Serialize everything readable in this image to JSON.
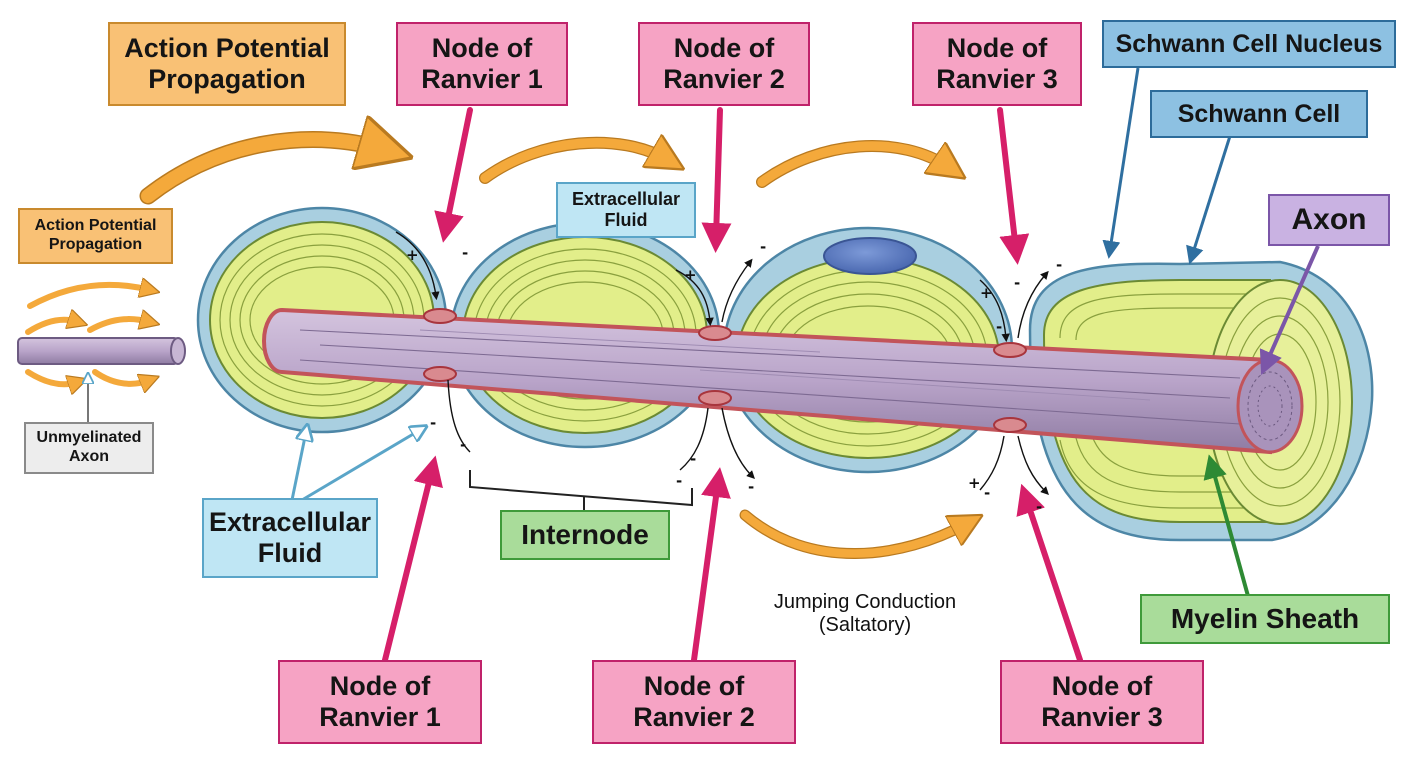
{
  "labels": {
    "action_potential_top": [
      "Action Potential",
      "Propagation"
    ],
    "action_potential_small": [
      "Action Potential",
      "Propagation"
    ],
    "unmyelinated_axon": [
      "Unmyelinated",
      "Axon"
    ],
    "node1_top": [
      "Node of",
      "Ranvier 1"
    ],
    "node2_top": [
      "Node of",
      "Ranvier 2"
    ],
    "node3_top": [
      "Node of",
      "Ranvier 3"
    ],
    "node1_bottom": [
      "Node of",
      "Ranvier 1"
    ],
    "node2_bottom": [
      "Node of",
      "Ranvier 2"
    ],
    "node3_bottom": [
      "Node of",
      "Ranvier 3"
    ],
    "schwann_cell_nucleus": "Schwann Cell Nucleus",
    "schwann_cell": "Schwann Cell",
    "axon": "Axon",
    "extracellular_fluid_top": [
      "Extracellular",
      "Fluid"
    ],
    "extracellular_fluid_bottom": [
      "Extracellular",
      "Fluid"
    ],
    "internode": "Internode",
    "jumping_conduction": [
      "Jumping Conduction",
      "(Saltatory)"
    ],
    "myelin_sheath": "Myelin Sheath"
  },
  "signs": {
    "plus": "+",
    "minus": "-"
  },
  "colors": {
    "node_pink": "#d61f69",
    "propagation_orange": "#f4a93b",
    "myelin_yellow": "#e2ee8a",
    "axon_purple": "#b9a4c9",
    "schwann_blue": "#a9cfe0",
    "nucleus_blue": "#5577c0"
  }
}
